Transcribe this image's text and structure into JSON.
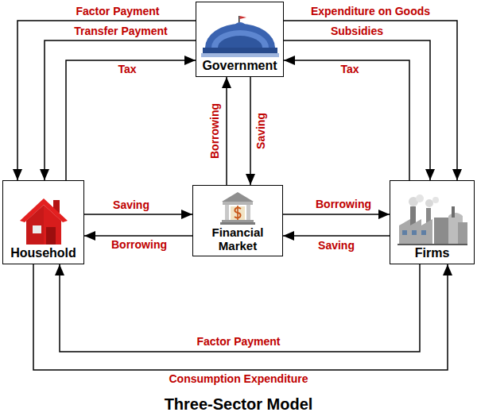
{
  "diagram": {
    "caption": "Three-Sector Model",
    "nodes": [
      {
        "text": [
          "Government"
        ]
      },
      {
        "text": [
          "Household"
        ]
      },
      {
        "text": [
          "Financial Market"
        ]
      },
      {
        "text": [
          "Firms"
        ]
      }
    ],
    "edges": [
      {
        "from": 0,
        "to": 1,
        "label": "Factor Payment",
        "arrow": "to"
      },
      {
        "from": 0,
        "to": 3,
        "label": "Expenditure on Goods",
        "arrow": "to"
      },
      {
        "from": 0,
        "to": 1,
        "label": "Transfer Payment",
        "arrow": "to"
      },
      {
        "from": 0,
        "to": 3,
        "label": "Subsidies",
        "arrow": "to"
      },
      {
        "from": 1,
        "to": 0,
        "label": "Tax",
        "arrow": "to"
      },
      {
        "from": 3,
        "to": 0,
        "label": "Tax",
        "arrow": "to"
      },
      {
        "from": 2,
        "to": 0,
        "label": "Borrowing",
        "arrow": "to"
      },
      {
        "from": 0,
        "to": 2,
        "label": "Saving",
        "arrow": "to"
      },
      {
        "from": 1,
        "to": 2,
        "label": "Saving",
        "arrow": "to"
      },
      {
        "from": 2,
        "to": 3,
        "label": "Borrowing",
        "arrow": "to"
      },
      {
        "from": 2,
        "to": 1,
        "label": "Borrowing",
        "arrow": "to"
      },
      {
        "from": 3,
        "to": 2,
        "label": "Saving",
        "arrow": "to"
      },
      {
        "from": 3,
        "to": 1,
        "label": "Factor Payment",
        "arrow": "to"
      },
      {
        "from": 1,
        "to": 3,
        "label": "Consumption Expenditure",
        "arrow": "to"
      }
    ]
  }
}
